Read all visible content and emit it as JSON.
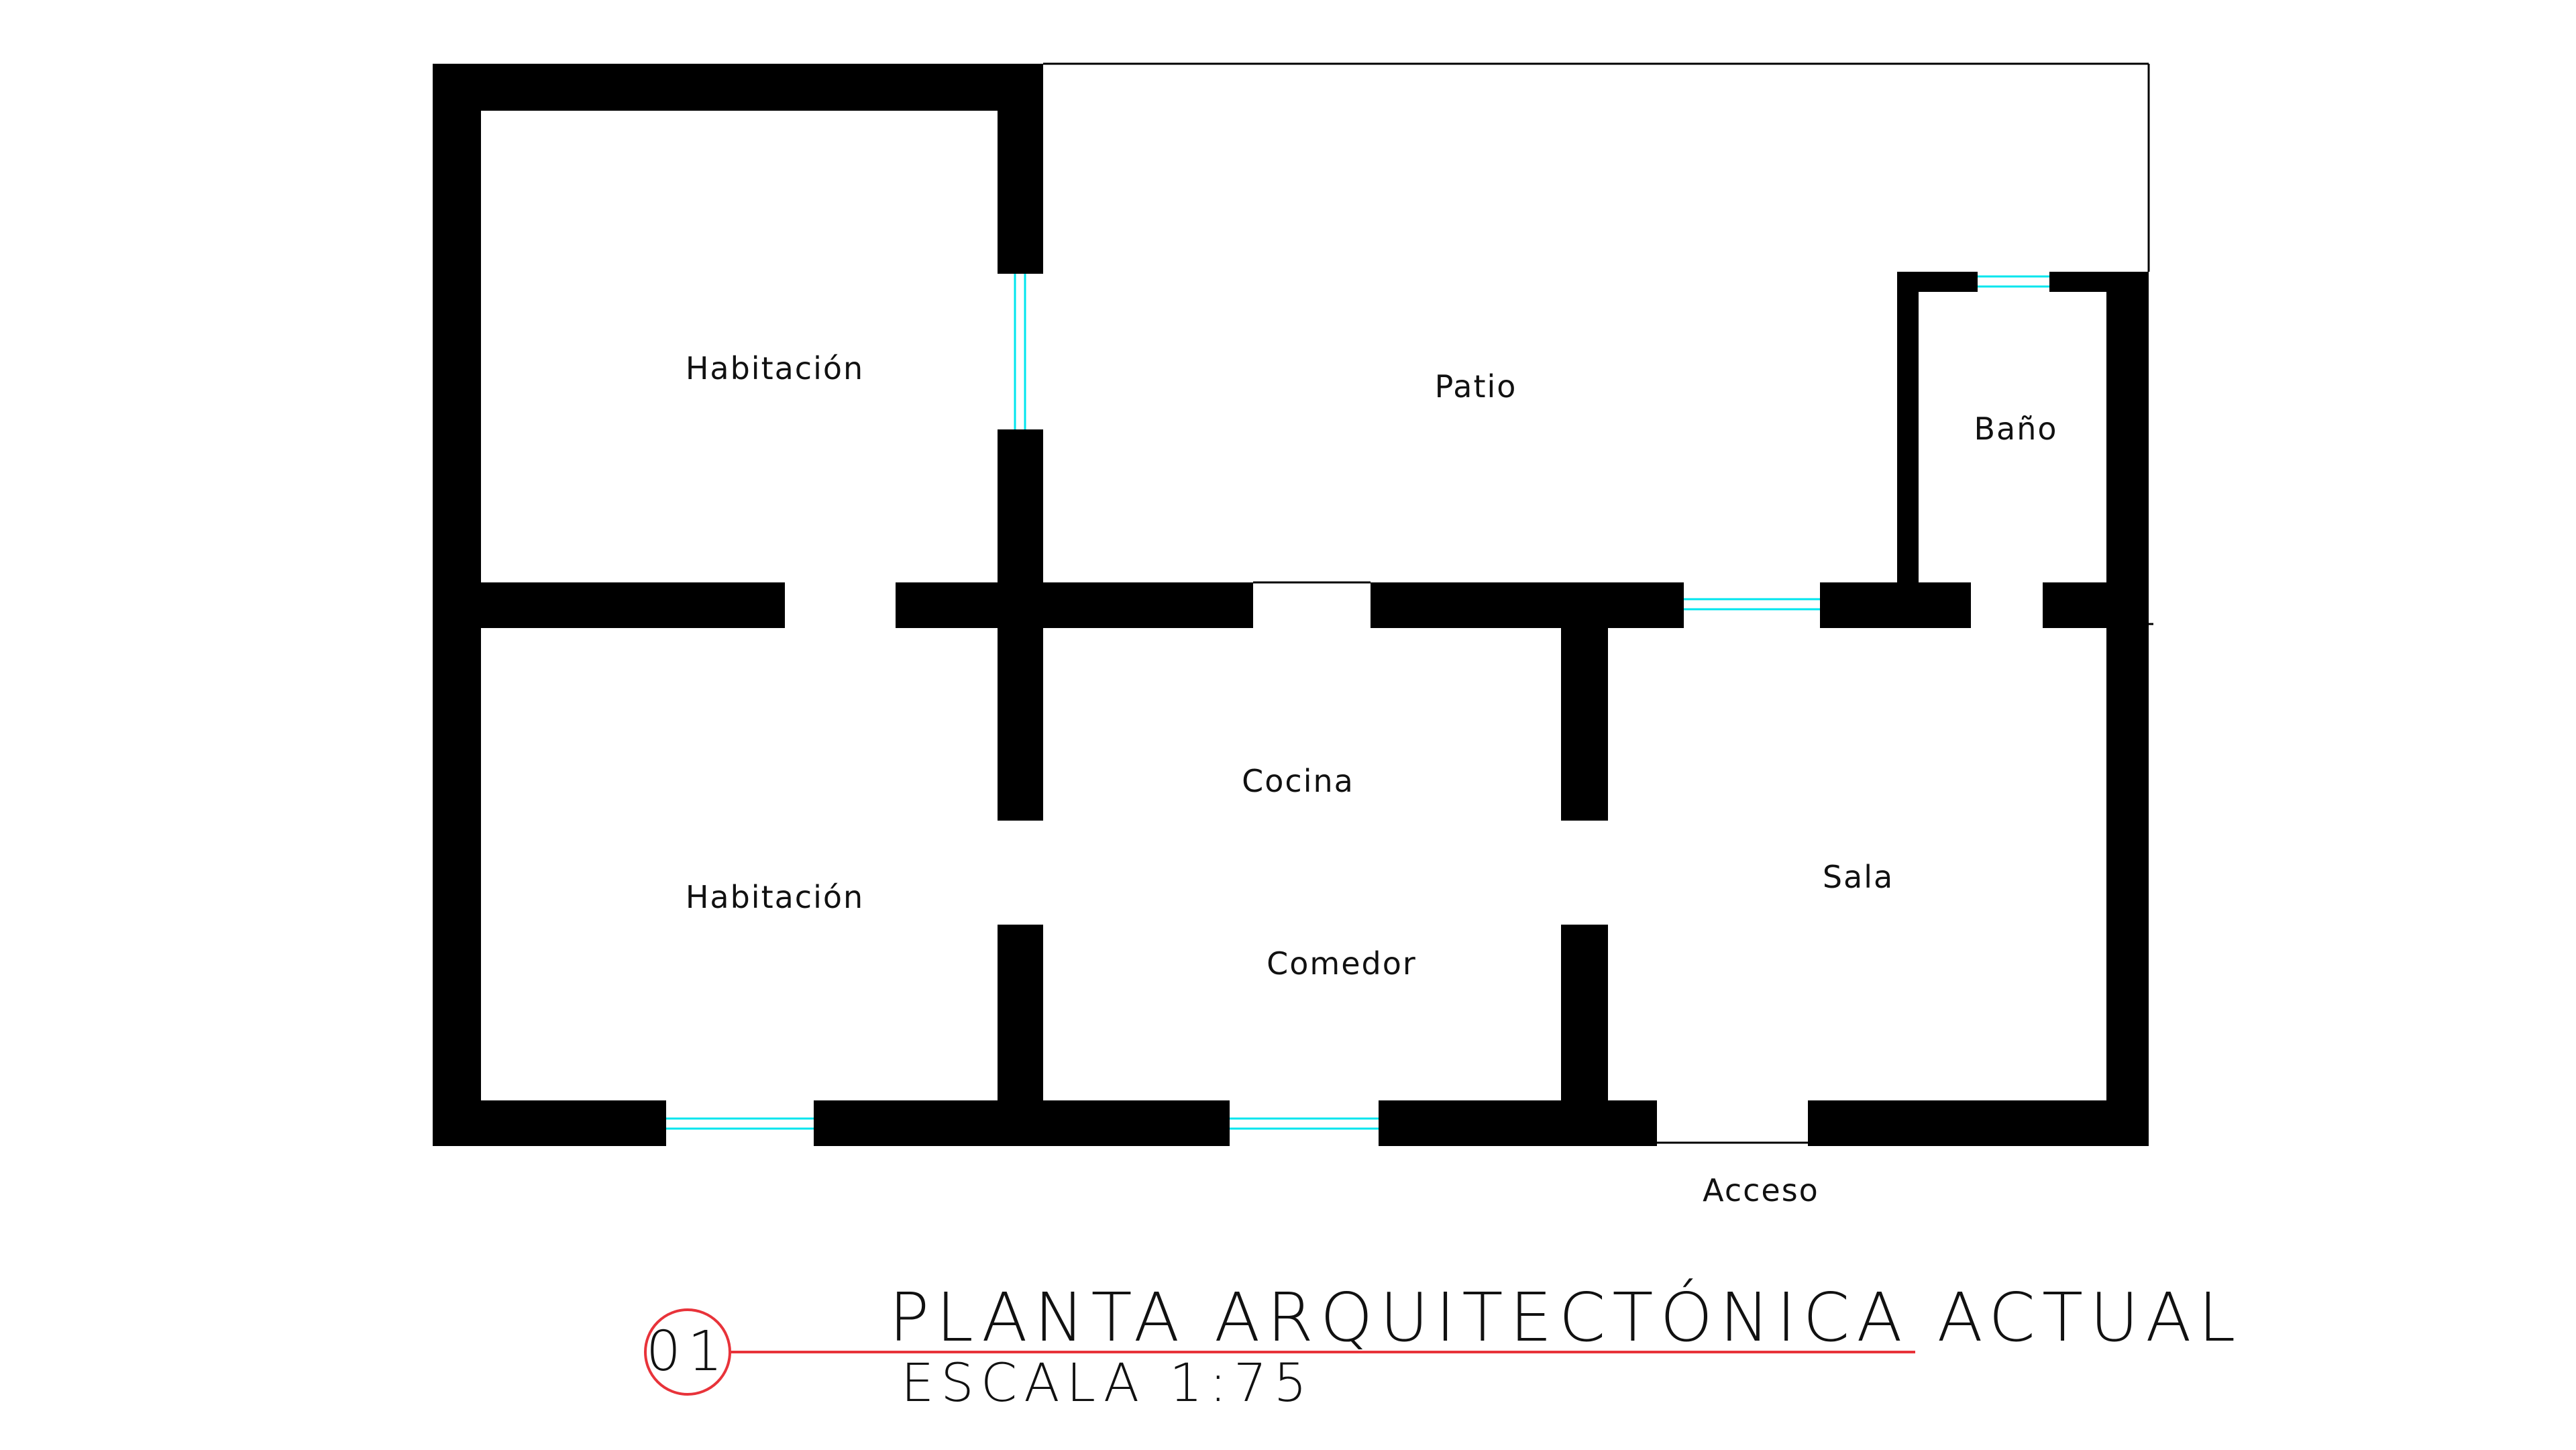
{
  "rooms": {
    "habitacion_top": "Habitación",
    "habitacion_bottom": "Habitación",
    "patio": "Patio",
    "bano": "Baño",
    "cocina": "Cocina",
    "comedor": "Comedor",
    "sala": "Sala",
    "acceso": "Acceso"
  },
  "title_block": {
    "number": "01",
    "title": "PLANTA ARQUITECTÓNICA ACTUAL",
    "scale": "ESCALA 1:75"
  },
  "colors": {
    "wall": "#000000",
    "window": "#00e5ee",
    "title_marker": "#e8333a"
  }
}
